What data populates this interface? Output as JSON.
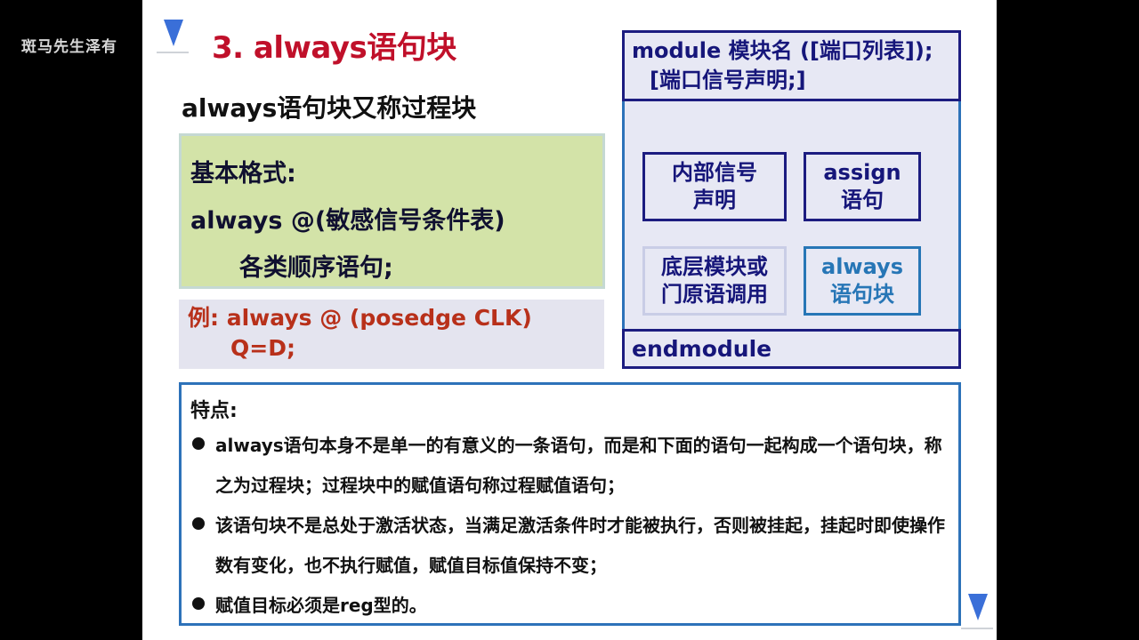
{
  "watermark": "斑马先生泽有",
  "slide": {
    "title": "3. always语句块",
    "subtitle": "always语句块又称过程块",
    "basic_format": {
      "heading": "基本格式:",
      "line1": "always @(敏感信号条件表)",
      "line2": "各类顺序语句;"
    },
    "example": {
      "line1": "例:  always @ (posedge CLK)",
      "line2": "Q=D;"
    },
    "module_diagram": {
      "header_line1": "module 模块名 ([端口列表]);",
      "header_line2": "[端口信号声明;]",
      "boxes": [
        {
          "line1": "内部信号",
          "line2": "声明"
        },
        {
          "line1": "assign",
          "line2": "语句"
        },
        {
          "line1": "底层模块或",
          "line2": "门原语调用"
        },
        {
          "line1": "always",
          "line2": "语句块"
        }
      ],
      "footer": "endmodule"
    },
    "features": {
      "title": "特点:",
      "items": [
        "always语句本身不是单一的有意义的一条语句，而是和下面的语句一起构成一个语句块，称之为过程块；过程块中的赋值语句称过程赋值语句；",
        "该语句块不是总处于激活状态，当满足激活条件时才能被执行，否则被挂起，挂起时即使操作数有变化，也不执行赋值，赋值目标值保持不变；",
        "赋值目标必须是reg型的。"
      ]
    }
  },
  "navigation": {
    "prev_icon": "triangle-down",
    "next_icon": "triangle-down"
  },
  "colors": {
    "title": "#c0102a",
    "format_bg": "#d3e3a8",
    "example_text": "#b8301a",
    "module_navy": "#16167a",
    "accent_blue": "#2d72b9",
    "nav_blue": "#3a6fd8"
  }
}
